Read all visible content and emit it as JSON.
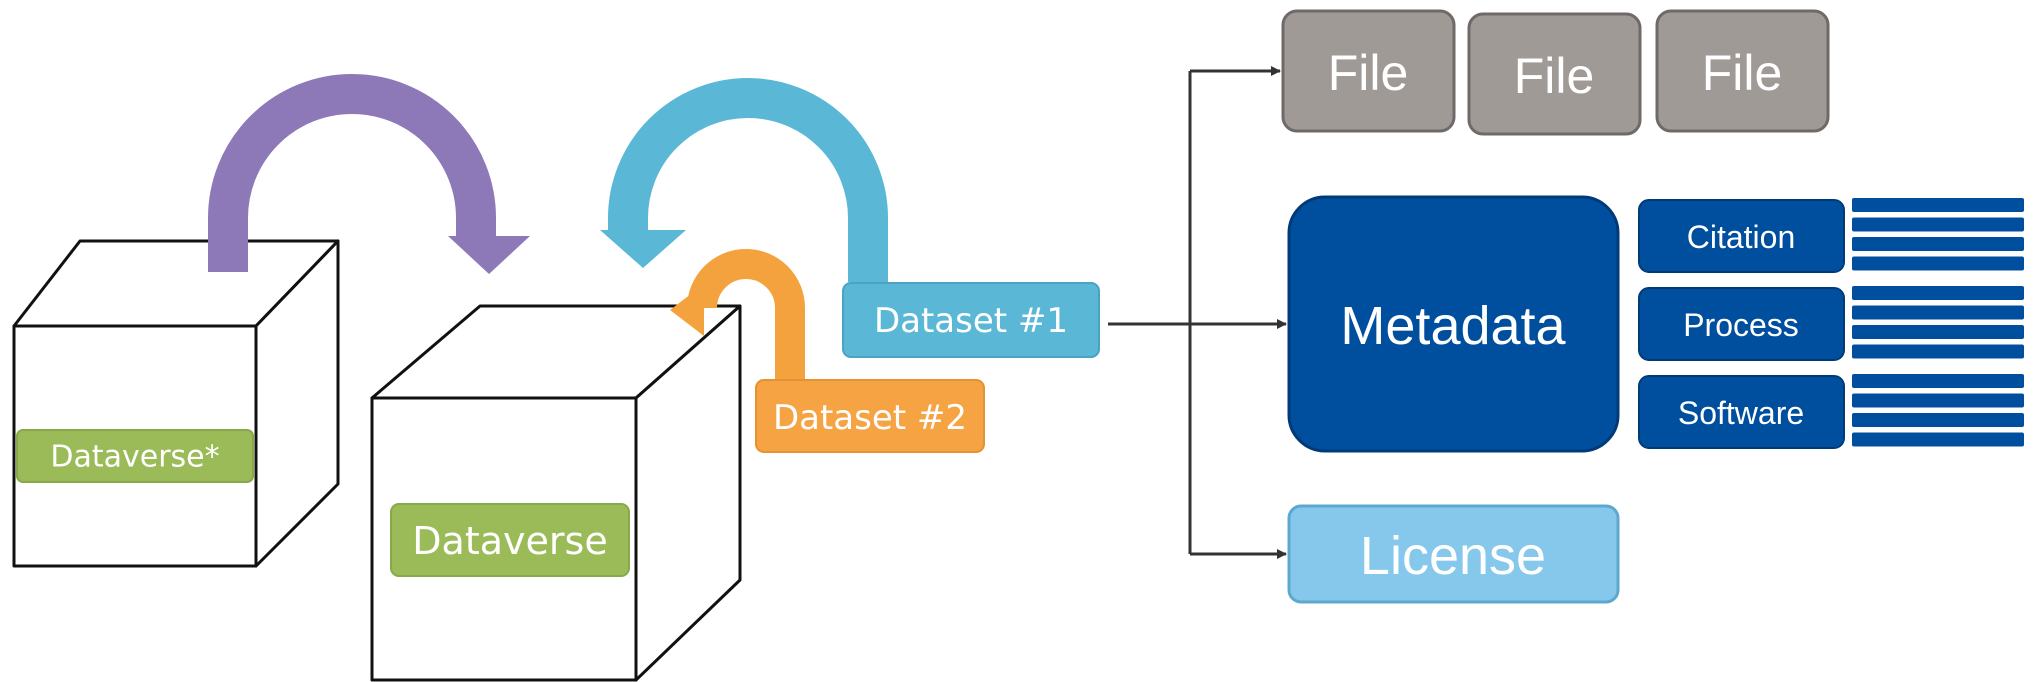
{
  "diagram": {
    "cube_small_label": "Dataverse*",
    "cube_large_label": "Dataverse",
    "dataset_1_label": "Dataset #1",
    "dataset_2_label": "Dataset #2",
    "files": [
      "File",
      "File",
      "File"
    ],
    "metadata_label": "Metadata",
    "metadata_blocks": [
      "Citation",
      "Process",
      "Software"
    ],
    "license_label": "License"
  },
  "colors": {
    "purple_arrow": "#8d79b8",
    "blue_arrow": "#5ab8d6",
    "orange_arrow": "#f3a23e",
    "green_tag": "#9bbb59",
    "dataset_1": "#5ab8d6",
    "dataset_2": "#f6a443",
    "file_gray": "#a09a97",
    "metadata_navy": "#004f9e",
    "license_light": "#86c8ec"
  }
}
